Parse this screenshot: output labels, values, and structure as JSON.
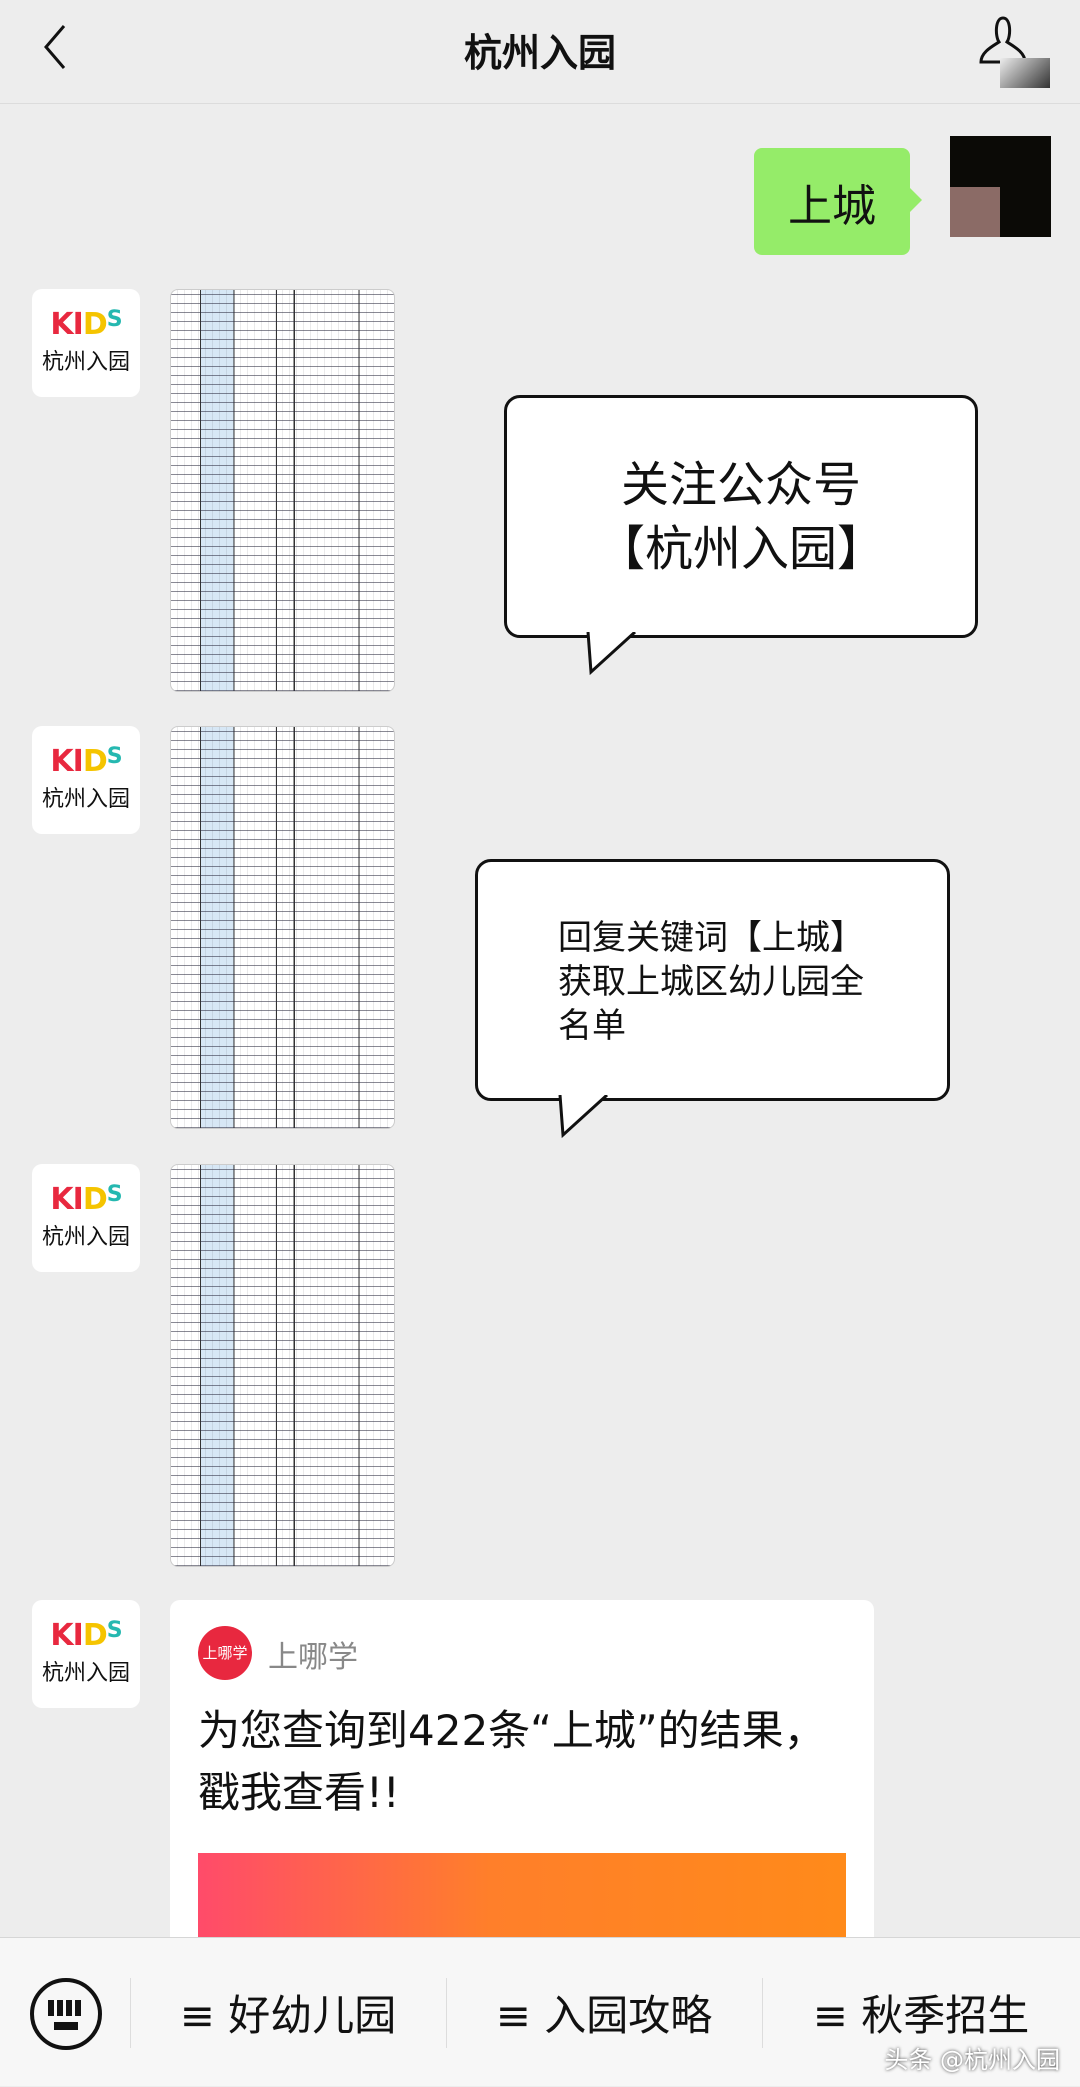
{
  "header": {
    "title": "杭州入园",
    "back_icon": "chevron-left-icon",
    "profile_icon": "person-icon"
  },
  "messages": [
    {
      "from": "me",
      "text": "上城"
    },
    {
      "from": "account",
      "avatar": {
        "logo": "KIDS",
        "name": "杭州入园"
      },
      "type": "image"
    },
    {
      "from": "account",
      "avatar": {
        "logo": "KIDS",
        "name": "杭州入园"
      },
      "type": "image"
    },
    {
      "from": "account",
      "avatar": {
        "logo": "KIDS",
        "name": "杭州入园"
      },
      "type": "image"
    },
    {
      "from": "account",
      "avatar": {
        "logo": "KIDS",
        "name": "杭州入园"
      },
      "type": "card",
      "card": {
        "logo_text": "上哪学",
        "source": "上哪学",
        "text": "为您查询到422条“上城”的结果，戳我查看!!"
      }
    }
  ],
  "callouts": [
    {
      "line1": "关注公众号",
      "line2": "【杭州入园】"
    },
    {
      "text": "回复关键词【上城】获取上城区幼儿园全名单"
    }
  ],
  "bottom_menu": {
    "keyboard_icon": "keyboard-icon",
    "items": [
      "≡ 好幼儿园",
      "≡ 入园攻略",
      "≡ 秋季招生"
    ]
  },
  "watermark": "头条 @杭州入园",
  "colors": {
    "bubble_me": "#95ec69",
    "background": "#ededed",
    "kids_k": "#e8283f",
    "kids_i": "#f5c400",
    "kids_s": "#25b8b0"
  }
}
